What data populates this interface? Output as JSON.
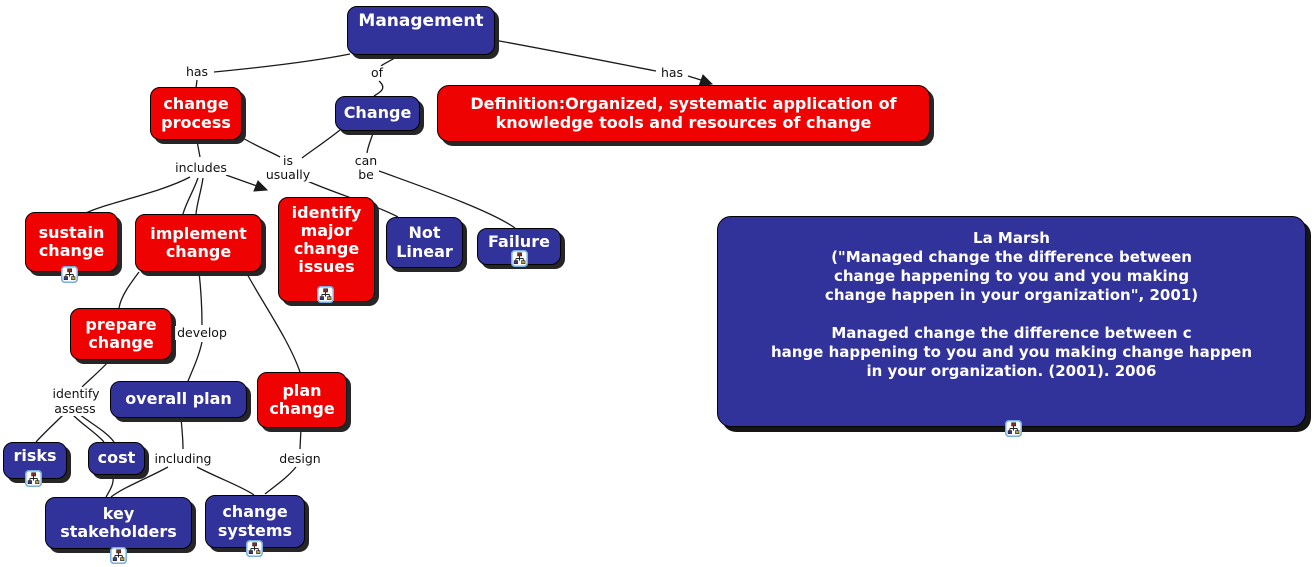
{
  "colors": {
    "node_blue": "#32329b",
    "node_red": "#ef0202",
    "node_text": "#ffffff",
    "line": "#1a1a1a",
    "label_text": "#111111",
    "canvas": "#ffffff"
  },
  "nodes": {
    "management": {
      "label": "Management"
    },
    "change_process": {
      "label": "change process"
    },
    "change": {
      "label": "Change"
    },
    "definition": {
      "label": "Definition:Organized, systematic application of knowledge tools and resources of change"
    },
    "sustain_change": {
      "label": "sustain change"
    },
    "implement_change": {
      "label": "implement change"
    },
    "identify_issues": {
      "label": "identify major change issues"
    },
    "not_linear": {
      "label": "Not Linear"
    },
    "failure": {
      "label": "Failure"
    },
    "prepare_change": {
      "label": "prepare change"
    },
    "overall_plan": {
      "label": "overall plan"
    },
    "plan_change": {
      "label": "plan change"
    },
    "risks": {
      "label": "risks"
    },
    "cost": {
      "label": "cost"
    },
    "key_stakeholders": {
      "label": "key stakeholders"
    },
    "change_systems": {
      "label": "change systems"
    }
  },
  "la_marsh": {
    "lines": [
      "La Marsh",
      "(\"Managed change the difference between",
      "change happening to you and you making",
      "change happen in your organization\", 2001)",
      "",
      "Managed change the difference between c",
      "hange happening to you and you making change happen",
      "in your organization. (2001). 2006"
    ]
  },
  "edge_labels": {
    "has_left": "has",
    "of": "of",
    "has_right": "has",
    "includes": "includes",
    "is": "is",
    "usually": "usually",
    "can": "can",
    "be": "be",
    "develop": "develop",
    "identify": "identify",
    "assess": "assess",
    "including": "including",
    "design": "design"
  },
  "icons": {
    "resource": "cmap-resource-icon"
  }
}
